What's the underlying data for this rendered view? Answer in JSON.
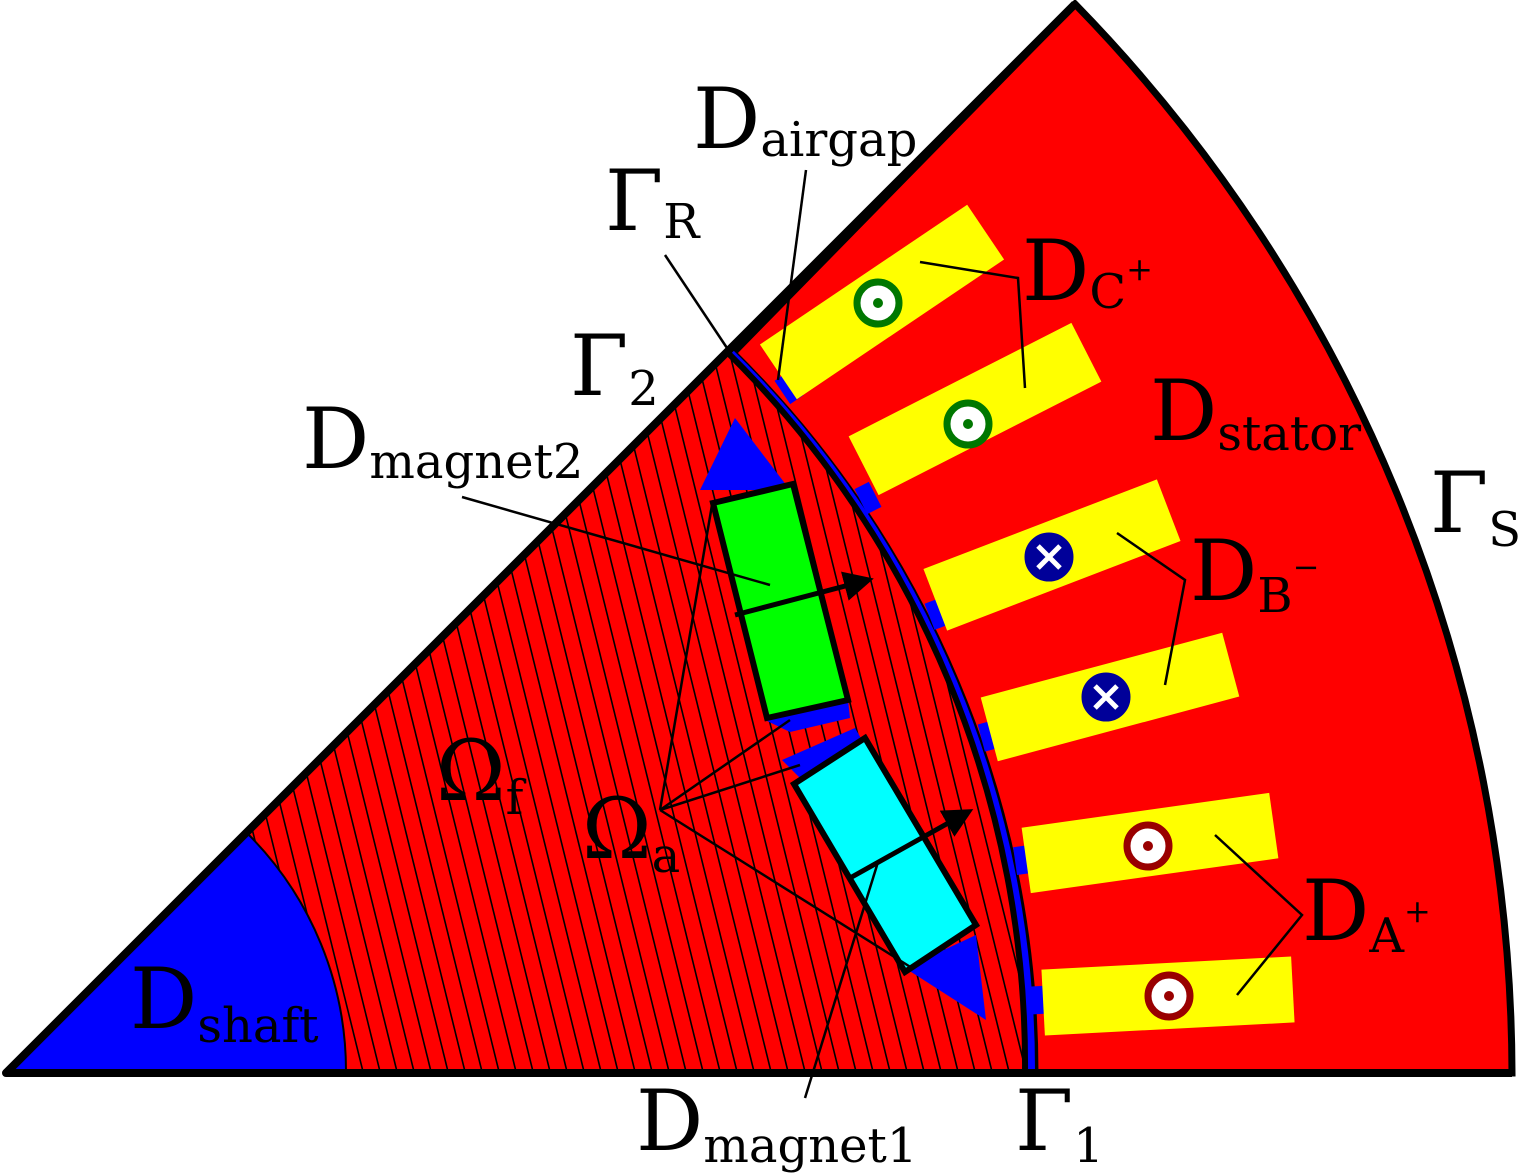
{
  "colors": {
    "stator": "#ff0000",
    "rotor": "#ff0000",
    "shaft": "#0000ff",
    "airgap": "#0000ff",
    "coil": "#ffff00",
    "magnet1": "#00ffff",
    "magnet2": "#00ff00",
    "phase_a": "#990000",
    "phase_b": "#000099",
    "phase_c": "#007700",
    "outline": "#000000"
  },
  "labels": {
    "d_airgap": {
      "main": "D",
      "sub": "airgap"
    },
    "gamma_r": {
      "main": "Γ",
      "sub": "R"
    },
    "d_c_plus": {
      "main": "D",
      "sub": "C",
      "sup": "+"
    },
    "gamma_2": {
      "main": "Γ",
      "sub": "2"
    },
    "d_magnet2": {
      "main": "D",
      "sub": "magnet2"
    },
    "d_stator": {
      "main": "D",
      "sub": "stator"
    },
    "gamma_s": {
      "main": "Γ",
      "sub": "S"
    },
    "d_b_minus": {
      "main": "D",
      "sub": "B",
      "sup": "−"
    },
    "omega_f": {
      "main": "Ω",
      "sub": "f"
    },
    "omega_a": {
      "main": "Ω",
      "sub": "a"
    },
    "d_a_plus": {
      "main": "D",
      "sub": "A",
      "sup": "+"
    },
    "d_shaft": {
      "main": "D",
      "sub": "shaft"
    },
    "d_magnet1": {
      "main": "D",
      "sub": "magnet1"
    },
    "gamma_1": {
      "main": "Γ",
      "sub": "1"
    }
  },
  "coils": [
    {
      "name": "coil-c-plus-1",
      "phase": "C",
      "direction": "out"
    },
    {
      "name": "coil-c-plus-2",
      "phase": "C",
      "direction": "out"
    },
    {
      "name": "coil-b-minus-1",
      "phase": "B",
      "direction": "in"
    },
    {
      "name": "coil-b-minus-2",
      "phase": "B",
      "direction": "in"
    },
    {
      "name": "coil-a-plus-1",
      "phase": "A",
      "direction": "out"
    },
    {
      "name": "coil-a-plus-2",
      "phase": "A",
      "direction": "out"
    }
  ]
}
